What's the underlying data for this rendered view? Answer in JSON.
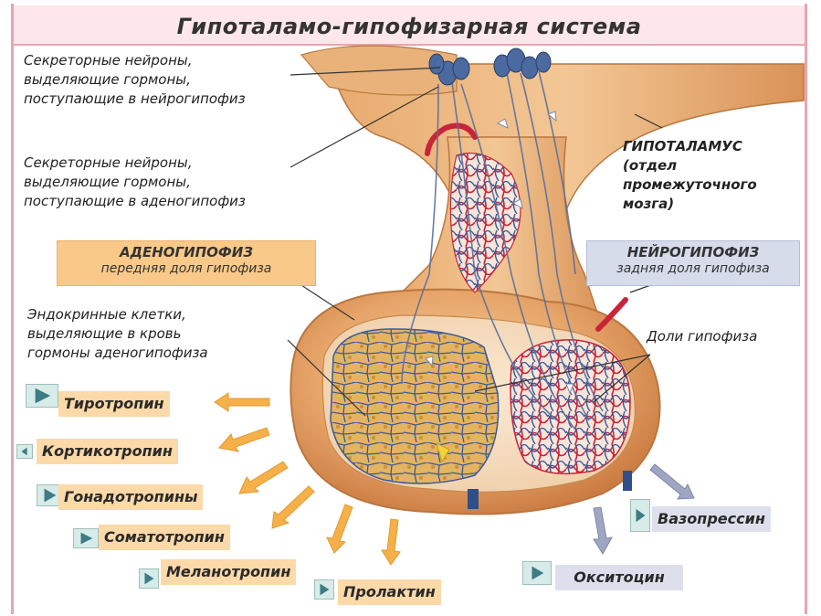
{
  "title": "Гипоталамо-гипофизарная система",
  "labels": {
    "secretory_posterior": "Секреторные нейроны,\nвыделяющие гормоны,\nпоступающие в нейрогипофиз",
    "secretory_anterior": "Секреторные нейроны,\nвыделяющие гормоны,\nпоступающие в аденогипофиз",
    "hypothalamus": "ГИПОТАЛАМУС\n(отдел\nпромежуточного\nмозга)",
    "endocrine_cells": "Эндокринные клетки,\nвыделяющие в кровь\nгормоны аденогипофиза",
    "lobes": "Доли гипофиза"
  },
  "adenohypophysis": {
    "name": "АДЕНОГИПОФИЗ",
    "subtitle": "передняя доля гипофиза"
  },
  "neurohypophysis": {
    "name": "НЕЙРОГИПОФИЗ",
    "subtitle": "задняя доля гипофиза"
  },
  "hormones_anterior": [
    "Тиротропин",
    "Кортикотропин",
    "Гонадотропины",
    "Соматотропин",
    "Меланотропин",
    "Пролактин"
  ],
  "hormones_posterior": [
    "Вазопрессин",
    "Окситоцин"
  ],
  "colors": {
    "frame": "#e7a5ad",
    "title_bg": "#fde7ea",
    "tissue": "#d9935a",
    "tissue_light": "#f0c08a",
    "artery": "#c8243a",
    "vein": "#3a5a9a",
    "arrow_orange": "#f5b04a",
    "arrow_gray": "#9ea6c4",
    "tag_orange": "#f9c98a",
    "tag_blue": "#d7dceb",
    "play_button": "#d7ebe9"
  },
  "icons": {
    "play": "play-triangle-icon"
  }
}
